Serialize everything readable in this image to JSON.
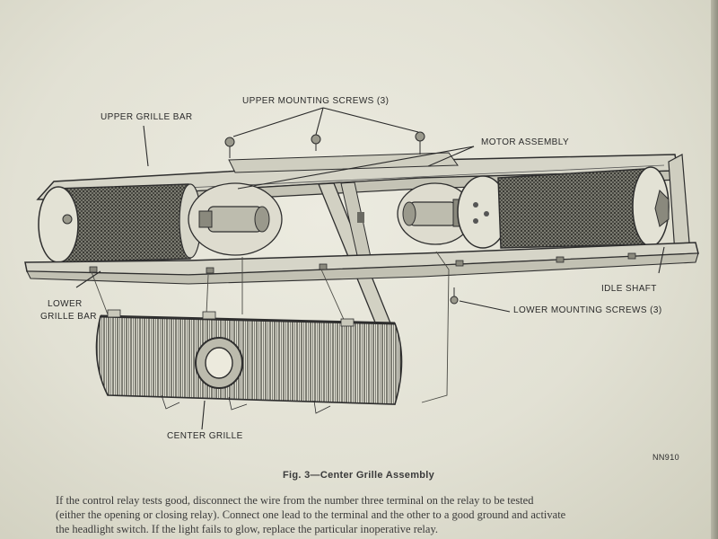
{
  "figure": {
    "caption": "Fig. 3—Center Grille Assembly",
    "code": "NN910",
    "callouts": {
      "upper_mounting_screws": "UPPER MOUNTING SCREWS (3)",
      "upper_grille_bar": "UPPER GRILLE BAR",
      "motor_assembly": "MOTOR ASSEMBLY",
      "lower_grille_bar_line1": "LOWER",
      "lower_grille_bar_line2": "GRILLE BAR",
      "idle_shaft": "IDLE SHAFT",
      "lower_mounting_screws": "LOWER MOUNTING SCREWS (3)",
      "center_grille": "CENTER GRILLE"
    }
  },
  "body_text": {
    "lines": [
      "If the control relay tests good, disconnect the wire from the number three terminal on the relay to be tested",
      "(either the opening or closing relay). Connect one lead to the terminal and the other to a good ground and activate",
      "the headlight switch. If the light fails to glow, replace the particular inoperative relay."
    ]
  }
}
